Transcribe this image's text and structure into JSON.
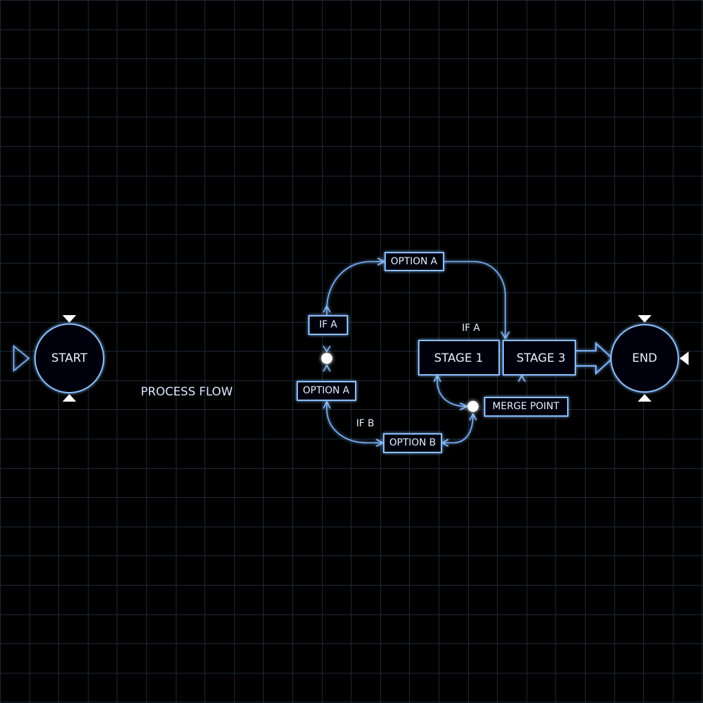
{
  "nodes": {
    "start": "START",
    "end": "END",
    "stage1": "STAGE 1",
    "stage3": "STAGE 3",
    "option_a_top": "OPTION A",
    "option_a_lower": "OPTION A",
    "option_b": "OPTION B",
    "if_a_box": "IF A",
    "merge_point": "MERGE POINT"
  },
  "labels": {
    "process_flow": "PROCESS FLOW",
    "if_a_free": "IF A",
    "if_b_free": "IF B"
  },
  "colors": {
    "background": "#000000",
    "grid": "#1c2a36",
    "neon_line": "#7fb6ff",
    "text": "#e8f2ff"
  }
}
